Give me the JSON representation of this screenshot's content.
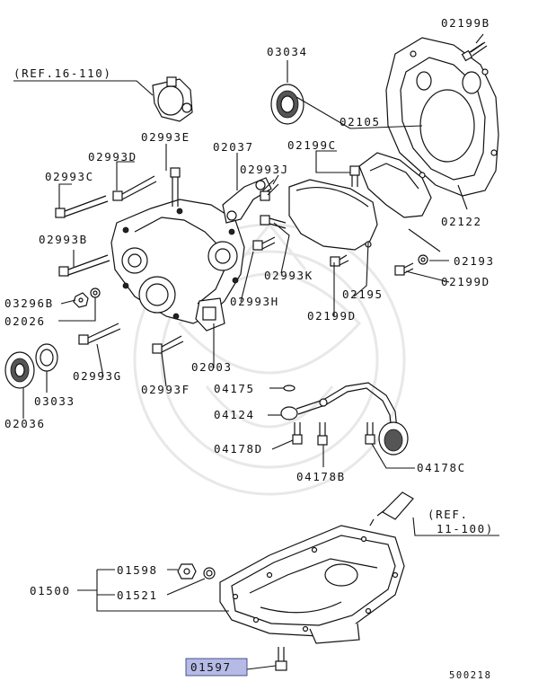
{
  "labels": {
    "ref_16_110": "(REF.16-110)",
    "p02199B_top": "02199B",
    "p03034": "03034",
    "p02105": "02105",
    "p02199C": "02199C",
    "p02037": "02037",
    "p02993E": "02993E",
    "p02993D": "02993D",
    "p02993C": "02993C",
    "p02993J": "02993J",
    "p02122": "02122",
    "p02993B": "02993B",
    "p02193": "02193",
    "p02993K": "02993K",
    "p02199D_right": "02199D",
    "p03296B": "03296B",
    "p02195": "02195",
    "p02993H": "02993H",
    "p02199D_mid": "02199D",
    "p02026": "02026",
    "p02993G": "02993G",
    "p02003": "02003",
    "p03033": "03033",
    "p02993F": "02993F",
    "p04175": "04175",
    "p02036": "02036",
    "p04124": "04124",
    "p04178D": "04178D",
    "p04178B": "04178B",
    "p04178C": "04178C",
    "ref_11_100_a": "(REF.",
    "ref_11_100_b": "11-100)",
    "p01598": "01598",
    "p01500": "01500",
    "p01521": "01521",
    "p01597": "01597",
    "diagram_number": "500218"
  },
  "colors": {
    "line": "#111111",
    "highlight_fill": "#b6bbe6",
    "watermark": "#e8e8e8"
  }
}
